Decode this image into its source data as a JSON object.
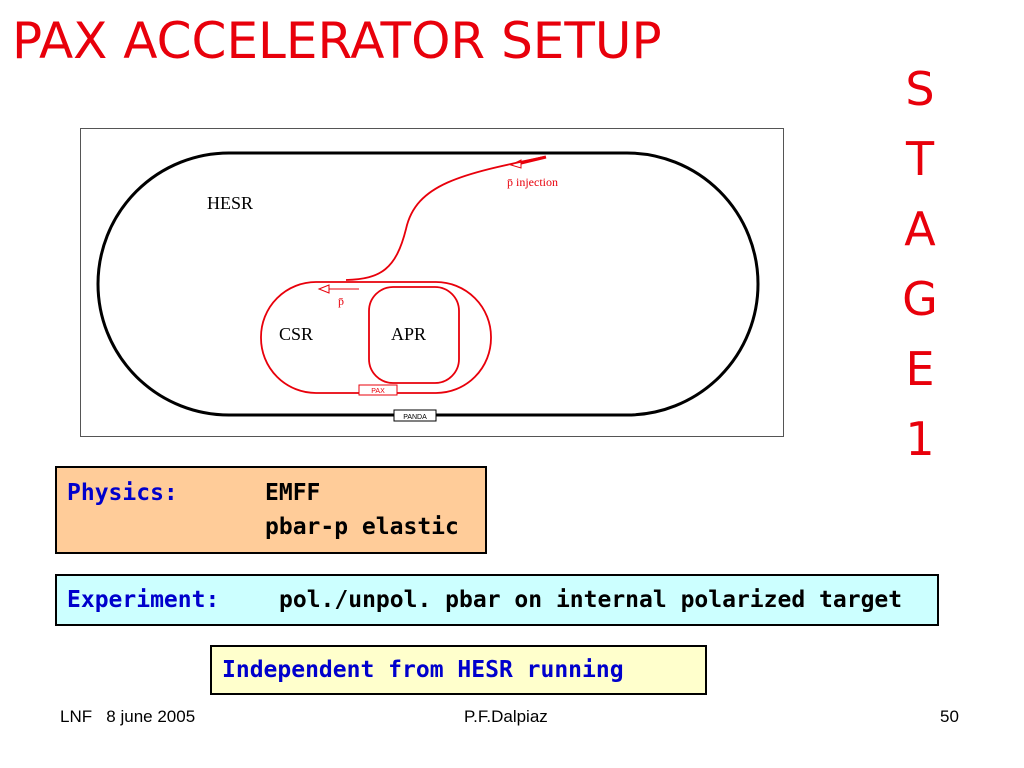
{
  "title": "PAX ACCELERATOR SETUP",
  "stage_letters": [
    "S",
    "T",
    "A",
    "G",
    "E",
    "1"
  ],
  "diagram": {
    "hesr_label": "HESR",
    "csr_label": "CSR",
    "apr_label": "APR",
    "injection_label": "p̄ injection",
    "pbar_label": "p̄",
    "pax_label": "PAX",
    "panda_label": "PANDA",
    "colors": {
      "ring": "#000000",
      "beam": "#e8000b"
    }
  },
  "physics": {
    "label": "Physics:",
    "items": [
      "EMFF",
      "pbar-p elastic"
    ]
  },
  "experiment": {
    "label": "Experiment:",
    "value": "pol./unpol. pbar on internal polarized target"
  },
  "independent": "Independent from HESR running",
  "footer": {
    "left": "LNF   8 june 2005",
    "center": "P.F.Dalpiaz",
    "page": "50"
  }
}
